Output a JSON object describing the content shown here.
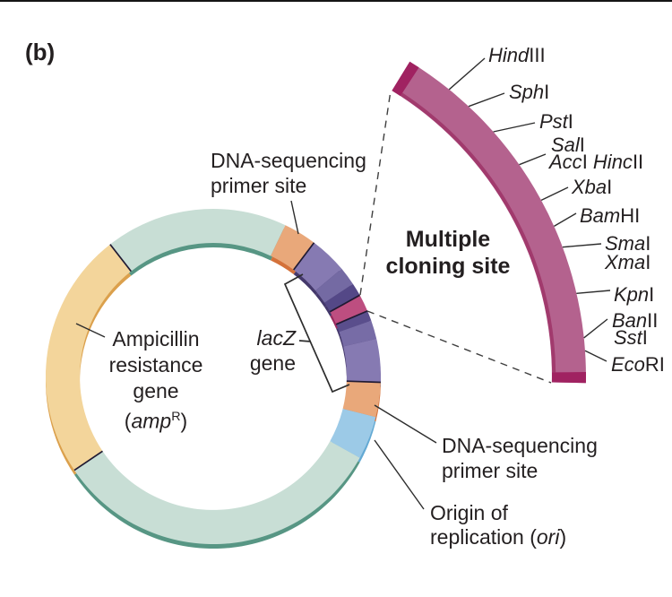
{
  "figure_letter": "(b)",
  "colors": {
    "background": "#ffffff",
    "text": "#231f20",
    "leader_line": "#2d2d2d",
    "dashed_line": "#3f3f3f",
    "separator": "#201a33"
  },
  "plasmid": {
    "segments": [
      {
        "name": "backbone-top",
        "color": "#c8ded5",
        "shadow": "#579684",
        "start": 322,
        "end": 385.5
      },
      {
        "name": "dna-sequencing-primer-site-1",
        "color": "#e9a87a",
        "shadow": "#d4713a",
        "start": 25.5,
        "end": 37
      },
      {
        "name": "lacz-gene-upper",
        "color": "#867ab2",
        "shadow": "#44386b",
        "start": 37,
        "end": 50
      },
      {
        "name": "lacz-gene-upper-mid",
        "color": "#746aa3",
        "shadow": "#44386b",
        "start": 50,
        "end": 56.5
      },
      {
        "name": "lacz-gene-upper-dark",
        "color": "#544887",
        "shadow": "#44386b",
        "start": 56.5,
        "end": 61
      },
      {
        "name": "multiple-cloning-site-segment",
        "color": "#bd4e80",
        "shadow": "#992a5e",
        "start": 61,
        "end": 67
      },
      {
        "name": "lacz-gene-lower-dark",
        "color": "#5a4e8c",
        "shadow": "#44386b",
        "start": 67,
        "end": 70.5
      },
      {
        "name": "lacz-gene-lower-mid",
        "color": "#776ca6",
        "shadow": "#44386b",
        "start": 70.5,
        "end": 77
      },
      {
        "name": "lacz-gene-lower",
        "color": "#867ab2",
        "shadow": "#44386b",
        "start": 77,
        "end": 92
      },
      {
        "name": "dna-sequencing-primer-site-2",
        "color": "#e9a87a",
        "shadow": "#d4713a",
        "start": 92,
        "end": 104
      },
      {
        "name": "origin-of-replication-segment",
        "color": "#9ccae7",
        "shadow": "#63a9d3",
        "start": 104,
        "end": 119
      },
      {
        "name": "backbone-bottom",
        "color": "#c8ded5",
        "shadow": "#579684",
        "start": 119,
        "end": 236
      },
      {
        "name": "ampicillin-resistance-segment",
        "color": "#f3d59b",
        "shadow": "#dba04c",
        "start": 236,
        "end": 322
      }
    ],
    "separator_angles": [
      37,
      61,
      67,
      92,
      236,
      322
    ]
  },
  "mcs_arc": {
    "fill": "#b4628e",
    "inner_edge": "#a13a6d",
    "cap_color": "#a02261",
    "start": 31.5,
    "end": 91,
    "caps": [
      [
        31.5,
        33.2
      ],
      [
        89.3,
        91
      ]
    ]
  },
  "labels": {
    "primer_top": [
      [
        {
          "t": "DNA-sequencing"
        }
      ],
      [
        {
          "t": "primer site"
        }
      ]
    ],
    "lacz": [
      [
        {
          "t": "lacZ",
          "i": 1
        }
      ],
      [
        {
          "t": "gene"
        }
      ]
    ],
    "mcs_title": [
      [
        {
          "t": "Multiple"
        }
      ],
      [
        {
          "t": "cloning site"
        }
      ]
    ],
    "amp": [
      [
        {
          "t": "Ampicillin"
        }
      ],
      [
        {
          "t": "resistance"
        }
      ],
      [
        {
          "t": "gene"
        }
      ],
      [
        {
          "t": "("
        },
        {
          "t": "amp",
          "i": 1
        },
        {
          "t": "R",
          "s": 1
        },
        {
          "t": ")"
        }
      ]
    ],
    "primer_bottom": [
      [
        {
          "t": "DNA-sequencing"
        }
      ],
      [
        {
          "t": "primer site"
        }
      ]
    ],
    "ori": [
      [
        {
          "t": "Origin of"
        }
      ],
      [
        {
          "t": "replication ("
        },
        {
          "t": "ori",
          "i": 1
        },
        {
          "t": ")"
        }
      ]
    ]
  },
  "sites": [
    {
      "name": "HindIII",
      "parts": [
        {
          "t": "Hind",
          "i": 1
        },
        {
          "t": "III"
        }
      ]
    },
    {
      "name": "SphI",
      "parts": [
        {
          "t": "Sph",
          "i": 1
        },
        {
          "t": "I"
        }
      ]
    },
    {
      "name": "PstI",
      "parts": [
        {
          "t": "Pst",
          "i": 1
        },
        {
          "t": "I"
        }
      ]
    },
    {
      "name": "SalI",
      "parts": [
        {
          "t": "Sal",
          "i": 1
        },
        {
          "t": "I"
        }
      ]
    },
    {
      "name": "AccI HincII",
      "parts": [
        {
          "t": "Acc",
          "i": 1
        },
        {
          "t": "I "
        },
        {
          "t": "Hinc",
          "i": 1
        },
        {
          "t": "II"
        }
      ]
    },
    {
      "name": "XbaI",
      "parts": [
        {
          "t": "Xba",
          "i": 1
        },
        {
          "t": "I"
        }
      ]
    },
    {
      "name": "BamHI",
      "parts": [
        {
          "t": "Bam",
          "i": 1
        },
        {
          "t": "HI"
        }
      ]
    },
    {
      "name": "SmaI",
      "parts": [
        {
          "t": "Sma",
          "i": 1
        },
        {
          "t": "I"
        }
      ]
    },
    {
      "name": "XmaI",
      "parts": [
        {
          "t": "Xma",
          "i": 1
        },
        {
          "t": "I"
        }
      ]
    },
    {
      "name": "KpnI",
      "parts": [
        {
          "t": "Kpn",
          "i": 1
        },
        {
          "t": "I"
        }
      ]
    },
    {
      "name": "BanII",
      "parts": [
        {
          "t": "Ban",
          "i": 1
        },
        {
          "t": "II"
        }
      ]
    },
    {
      "name": "SstI",
      "parts": [
        {
          "t": "Sst",
          "i": 1
        },
        {
          "t": "I"
        }
      ]
    },
    {
      "name": "EcoRI",
      "parts": [
        {
          "t": "Eco",
          "i": 1
        },
        {
          "t": "RI"
        }
      ]
    }
  ]
}
